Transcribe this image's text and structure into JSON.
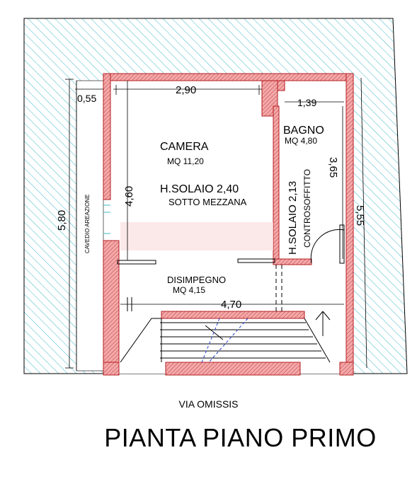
{
  "rooms": {
    "camera": {
      "name": "CAMERA",
      "area": "MQ 11,20"
    },
    "bagno": {
      "name": "BAGNO",
      "area": "MQ 4,80"
    },
    "disimpegno": {
      "name": "DISIMPEGNO",
      "area": "MQ 4,15"
    }
  },
  "notes": {
    "solaio": "H.SOLAIO 2,40",
    "mezzana": "SOTTO MEZZANA",
    "solaio_bagno": "H.SOLAIO 2,13",
    "controsoffitto": "CONTROSOFFITTO",
    "cavedio": "CAVEDIO AREAZIONE"
  },
  "dimensions": {
    "top_camera": "2,90",
    "top_left": "0,55",
    "top_bagno": "1,39",
    "left_total": "5,80",
    "left_camera": "4,60",
    "bagno_height": "3,65",
    "right_total": "5,55",
    "bottom_width": "4,70"
  },
  "street": "VIA OMISSIS",
  "title": "PIANTA PIANO PRIMO",
  "colors": {
    "hatch": "#3fb8c8",
    "wall_fill": "#f3a9a9",
    "wall_stroke": "#b51d22"
  }
}
